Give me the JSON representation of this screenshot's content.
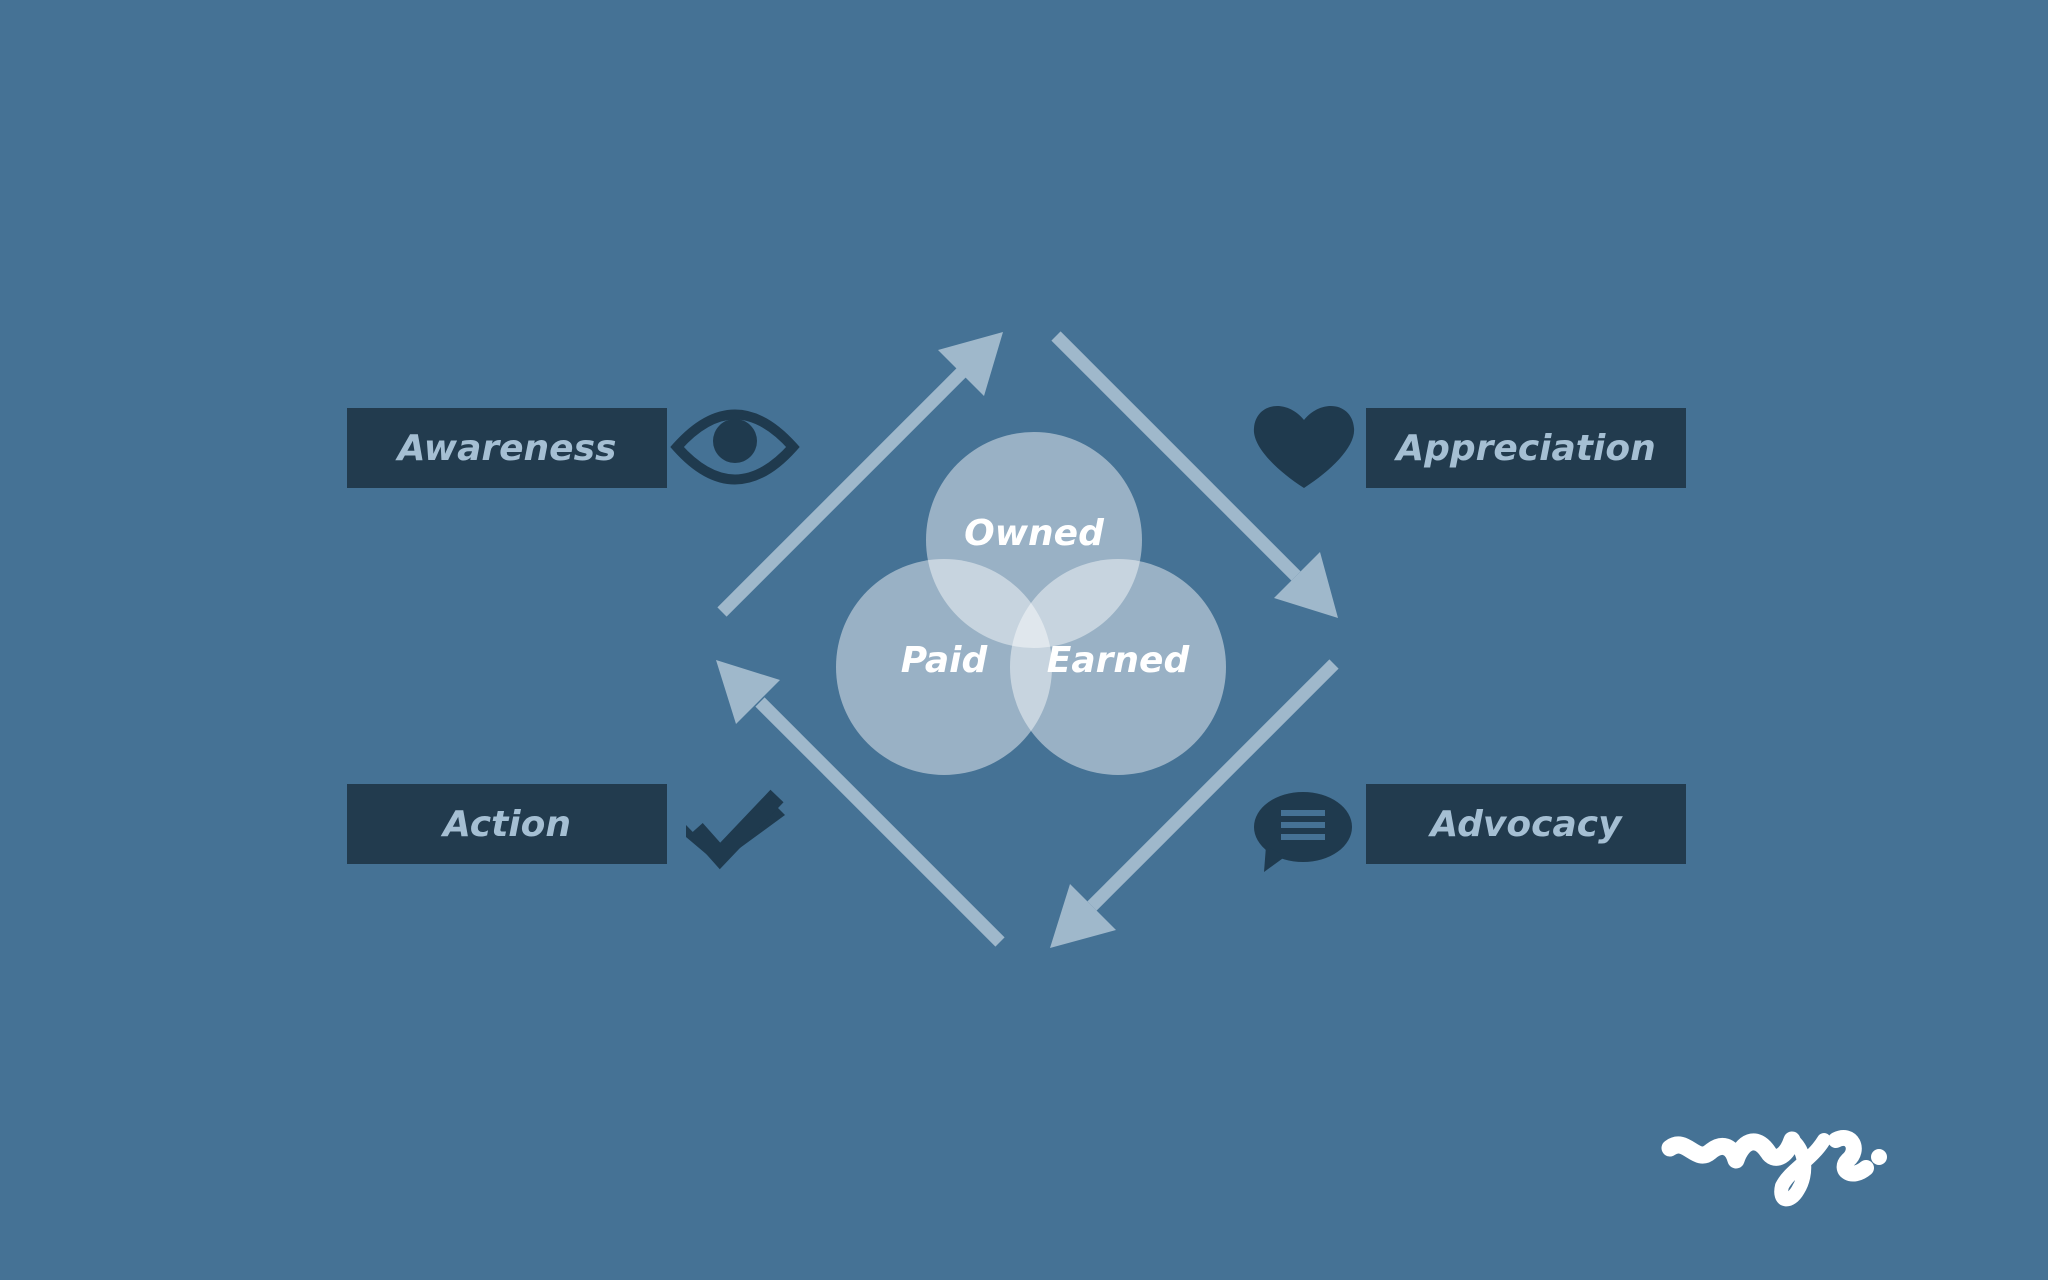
{
  "cycle": {
    "stages": [
      {
        "label": "Awareness",
        "icon": "eye-icon"
      },
      {
        "label": "Appreciation",
        "icon": "heart-icon"
      },
      {
        "label": "Advocacy",
        "icon": "speech-bubble-icon"
      },
      {
        "label": "Action",
        "icon": "checkmark-icon"
      }
    ]
  },
  "venn": {
    "circles": [
      "Owned",
      "Paid",
      "Earned"
    ]
  },
  "brand": {
    "logo_text": "wys."
  },
  "colors": {
    "background": "#457295",
    "label_box": "#223b4e",
    "label_text": "#a5bfd3",
    "icon": "#1f3a4e",
    "arrow": "#9fb8cb",
    "venn_circle": "#ffffff",
    "logo": "#ffffff"
  }
}
